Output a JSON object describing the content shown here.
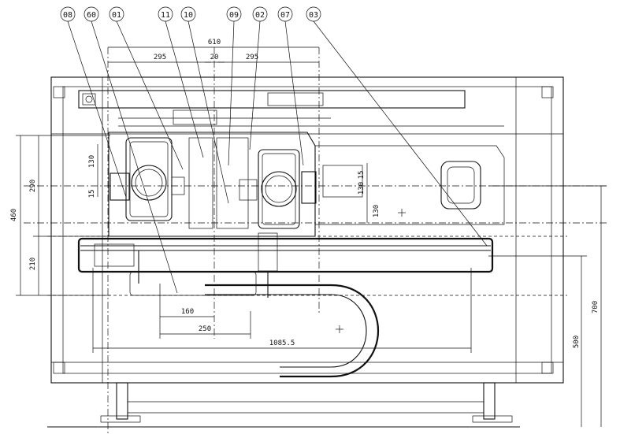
{
  "balloons": [
    {
      "id": "b08",
      "label": "08"
    },
    {
      "id": "b60",
      "label": "60"
    },
    {
      "id": "b01",
      "label": "01"
    },
    {
      "id": "b11",
      "label": "11"
    },
    {
      "id": "b10",
      "label": "10"
    },
    {
      "id": "b09",
      "label": "09"
    },
    {
      "id": "b02",
      "label": "02"
    },
    {
      "id": "b07",
      "label": "07"
    },
    {
      "id": "b03",
      "label": "03"
    }
  ],
  "dimensions": {
    "overall_610": "610",
    "left_295": "295",
    "mid_20": "20",
    "right_295": "295",
    "left_460": "460",
    "left_290": "290",
    "left_210": "210",
    "v_130_left": "130",
    "v_15_left": "15",
    "v_15_right": "15",
    "v_130_right_a": "130",
    "v_130_right_b": "130",
    "h_160": "160",
    "h_250": "250",
    "h_1085_5": "1085.5",
    "v_500": "500",
    "v_700": "700"
  }
}
